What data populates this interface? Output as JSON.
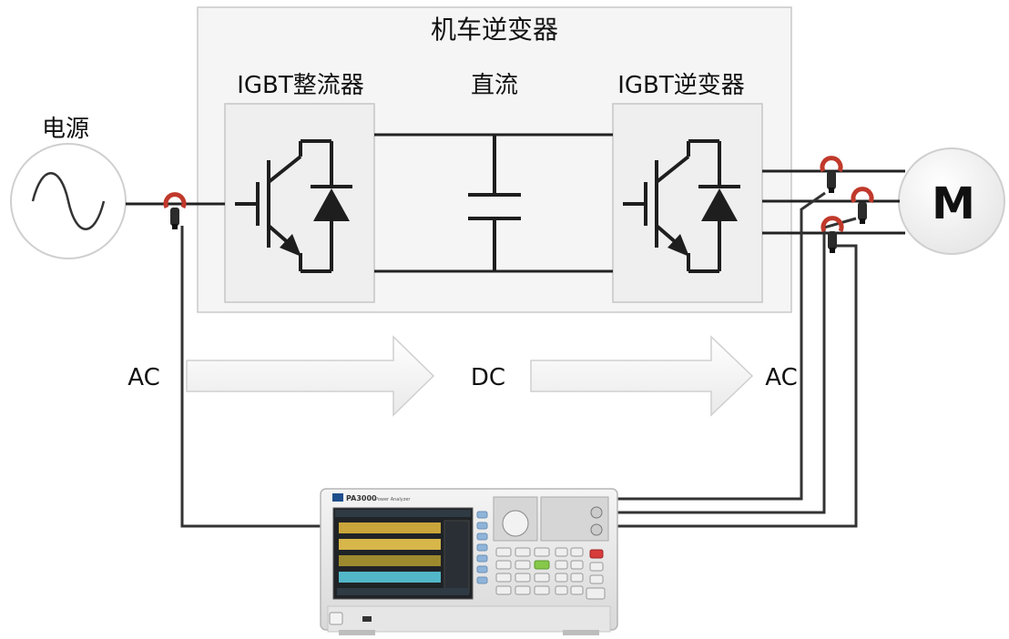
{
  "diagram": {
    "title": "机车逆变器",
    "source_label": "电源",
    "rectifier_label": "IGBT整流器",
    "dc_link_label": "直流",
    "inverter_label": "IGBT逆变器",
    "motor_label": "M",
    "flow": {
      "input": "AC",
      "middle": "DC",
      "output": "AC"
    }
  },
  "analyzer": {
    "model": "PA3000",
    "subtitle": "Power Analyzer"
  }
}
